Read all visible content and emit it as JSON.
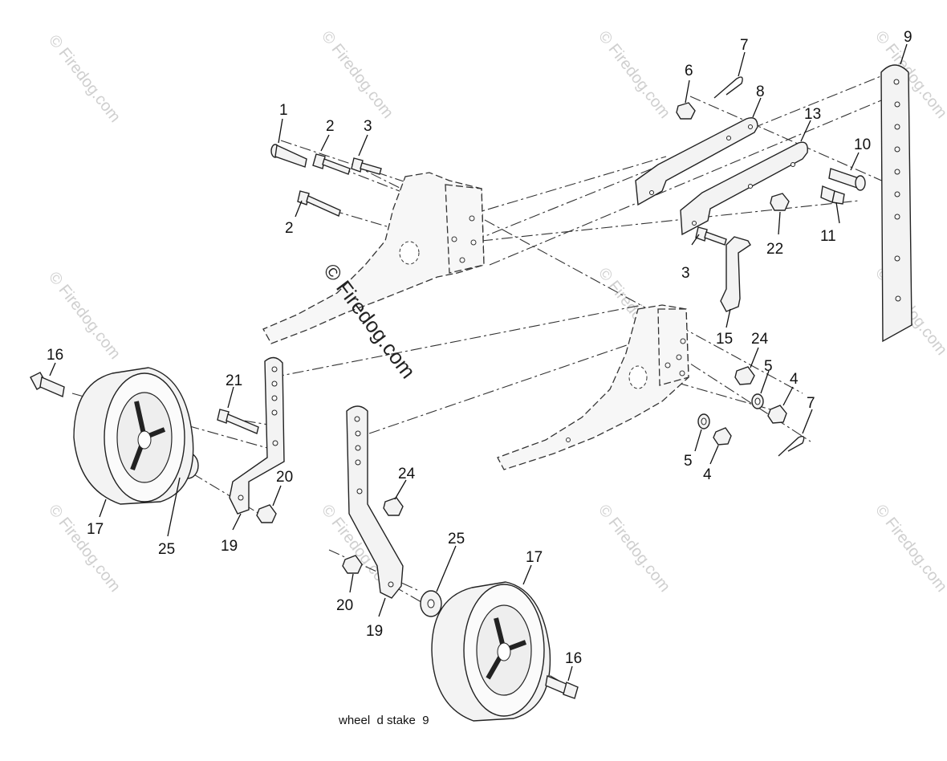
{
  "diagram": {
    "caption": "wheel  d stake  9",
    "center_watermark": "© Firedog.com",
    "watermark_text": "© Firedog.com",
    "callouts": {
      "c1": "1",
      "c2a": "2",
      "c2b": "2",
      "c3a": "3",
      "c3b": "3",
      "c4a": "4",
      "c4b": "4",
      "c5a": "5",
      "c5b": "5",
      "c6": "6",
      "c7a": "7",
      "c7b": "7",
      "c8": "8",
      "c9": "9",
      "c10": "10",
      "c11": "11",
      "c13": "13",
      "c15": "15",
      "c16a": "16",
      "c16b": "16",
      "c17a": "17",
      "c17b": "17",
      "c19a": "19",
      "c19b": "19",
      "c20a": "20",
      "c20b": "20",
      "c21": "21",
      "c22": "22",
      "c24a": "24",
      "c24b": "24",
      "c25a": "25",
      "c25b": "25"
    }
  }
}
